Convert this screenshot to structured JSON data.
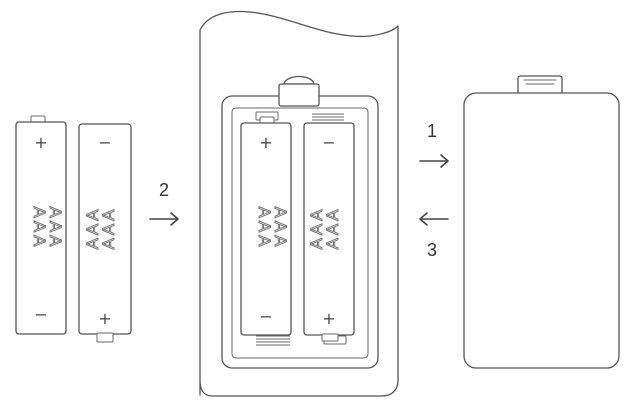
{
  "diagram": {
    "steps": {
      "open": "1",
      "insert": "2",
      "close": "3"
    },
    "battery": {
      "label": "AAA",
      "positive": "+",
      "negative": "−"
    }
  }
}
